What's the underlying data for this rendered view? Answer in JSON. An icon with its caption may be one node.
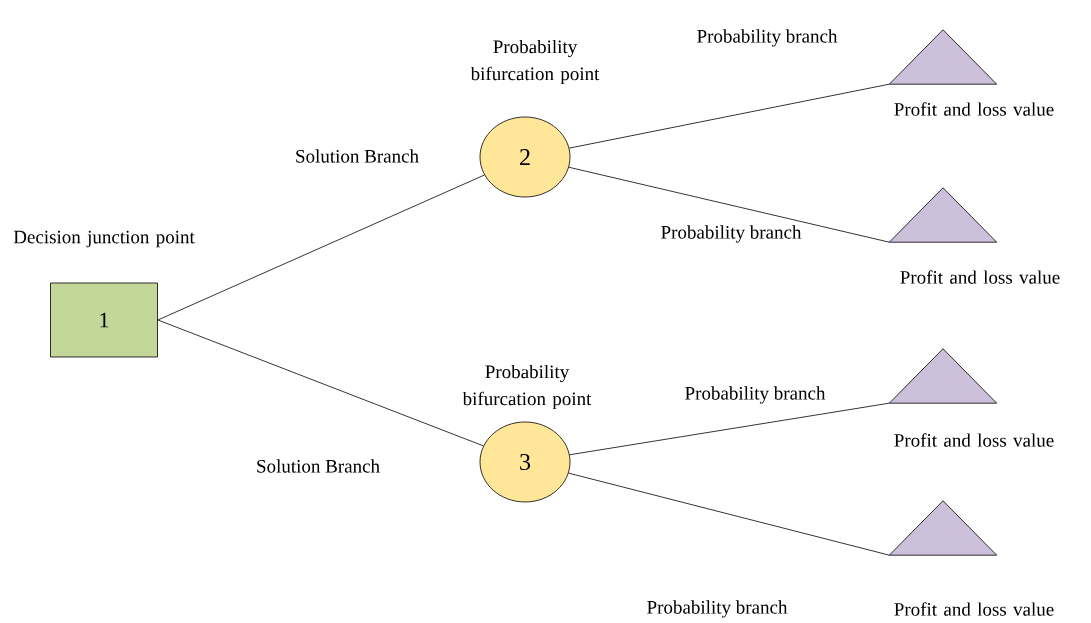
{
  "diagram": {
    "nodes": [
      {
        "text": [
          "1"
        ],
        "beside": [
          "Decision junction point"
        ]
      },
      {
        "text": [
          "2"
        ],
        "beside": [
          "Probability bifurcation point"
        ]
      },
      {
        "text": [
          "3"
        ],
        "beside": [
          "Probability bifurcation point"
        ]
      },
      {
        "text": [],
        "shape": "triangle",
        "beside": [
          "Profit and loss value"
        ]
      },
      {
        "text": [],
        "shape": "triangle",
        "beside": [
          "Profit and loss value"
        ]
      },
      {
        "text": [],
        "shape": "triangle",
        "beside": [
          "Profit and loss value"
        ]
      },
      {
        "text": [],
        "shape": "triangle",
        "beside": [
          "Profit and loss value"
        ]
      }
    ],
    "edges": [
      {
        "from": 0,
        "to": 1,
        "arrow": "none",
        "label": "Solution Branch"
      },
      {
        "from": 0,
        "to": 2,
        "arrow": "none",
        "label": "Solution Branch"
      },
      {
        "from": 1,
        "to": 3,
        "arrow": "none",
        "label": "Probability branch"
      },
      {
        "from": 1,
        "to": 4,
        "arrow": "none",
        "label": "Probability branch"
      },
      {
        "from": 2,
        "to": 5,
        "arrow": "none",
        "label": "Probability branch"
      },
      {
        "from": 2,
        "to": 6,
        "arrow": "none",
        "label": "Probability branch"
      }
    ]
  }
}
